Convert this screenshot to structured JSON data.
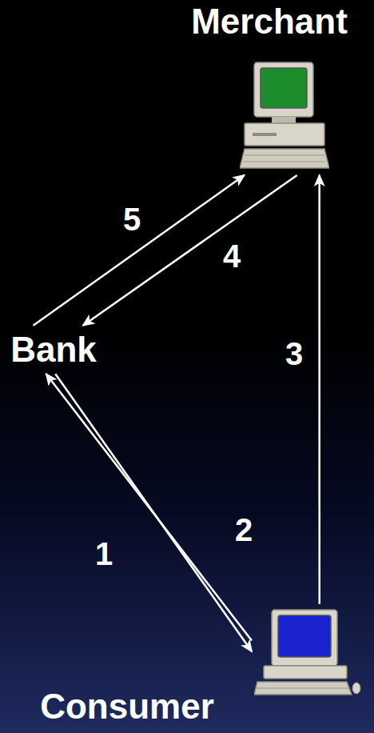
{
  "diagram": {
    "nodes": [
      {
        "text": [
          "Merchant"
        ]
      },
      {
        "text": [
          "Bank"
        ]
      },
      {
        "text": [
          "Consumer"
        ]
      }
    ],
    "edges": [
      {
        "from": 2,
        "to": 1,
        "arrow": "to",
        "label": "1"
      },
      {
        "from": 1,
        "to": 2,
        "arrow": "to",
        "label": "2"
      },
      {
        "from": 2,
        "to": 0,
        "arrow": "to",
        "label": "3"
      },
      {
        "from": 0,
        "to": 1,
        "arrow": "to",
        "label": "4"
      },
      {
        "from": 1,
        "to": 0,
        "arrow": "to",
        "label": "5"
      }
    ]
  }
}
